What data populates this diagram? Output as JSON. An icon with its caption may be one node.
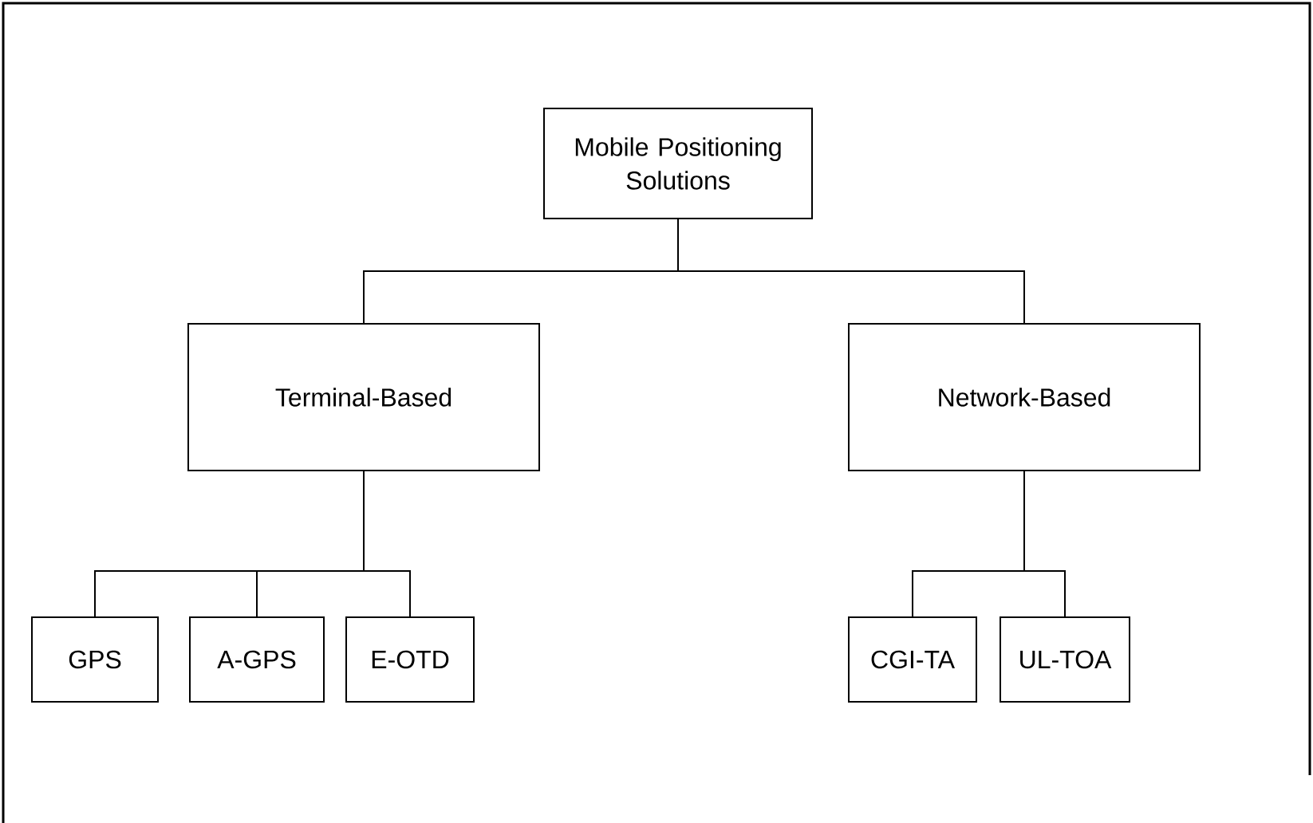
{
  "diagram": {
    "nodes": [
      {
        "text": [
          "Mobile Positioning Solutions"
        ]
      },
      {
        "text": [
          "Terminal-Based"
        ]
      },
      {
        "text": [
          "Network-Based"
        ]
      },
      {
        "text": [
          "GPS"
        ]
      },
      {
        "text": [
          "A-GPS"
        ]
      },
      {
        "text": [
          "E-OTD"
        ]
      },
      {
        "text": [
          "CGI-TA"
        ]
      },
      {
        "text": [
          "UL-TOA"
        ]
      }
    ],
    "edges": [
      {
        "from": 0,
        "to": 1,
        "arrow": "none"
      },
      {
        "from": 0,
        "to": 2,
        "arrow": "none"
      },
      {
        "from": 1,
        "to": 3,
        "arrow": "none"
      },
      {
        "from": 1,
        "to": 4,
        "arrow": "none"
      },
      {
        "from": 1,
        "to": 5,
        "arrow": "none"
      },
      {
        "from": 2,
        "to": 6,
        "arrow": "none"
      },
      {
        "from": 2,
        "to": 7,
        "arrow": "none"
      }
    ]
  }
}
